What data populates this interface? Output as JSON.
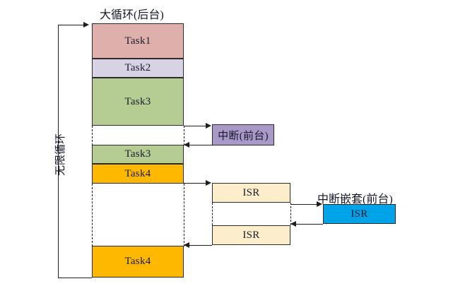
{
  "diagram": {
    "title_main": "大循环(后台)",
    "title_interrupt": "中断(前台)",
    "title_nested": "中断嵌套(前台)",
    "loop_label": "无限循环",
    "bottom_caption": "",
    "colors": {
      "task1": "#dfb0ab",
      "task2": "#d8d3e4",
      "task3": "#b5cc92",
      "task4": "#ffb800",
      "interrupt": "#a899c8",
      "isr": "#fdeecb",
      "nested_isr": "#00a2e8",
      "stroke": "#2b2b2b",
      "background": "#ffffff"
    },
    "main_column": [
      {
        "label": "Task1",
        "color_key": "task1"
      },
      {
        "label": "Task2",
        "color_key": "task2"
      },
      {
        "label": "Task3",
        "color_key": "task3"
      },
      {
        "label": "Task3",
        "color_key": "task3"
      },
      {
        "label": "Task4",
        "color_key": "task4"
      },
      {
        "label": "Task4",
        "color_key": "task4"
      }
    ],
    "interrupt_column": [
      {
        "label": "中断(前台)",
        "color_key": "interrupt"
      },
      {
        "label": "ISR",
        "color_key": "isr"
      },
      {
        "label": "ISR",
        "color_key": "isr"
      }
    ],
    "nested_column": [
      {
        "label": "ISR",
        "color_key": "nested_isr"
      }
    ]
  }
}
